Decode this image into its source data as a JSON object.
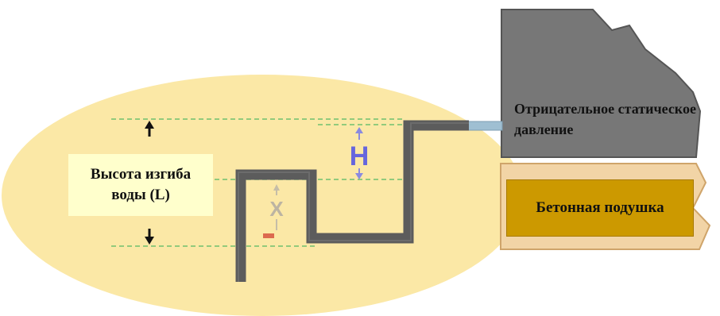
{
  "labels": {
    "water_bend_height": "Высота изгиба воды (L)",
    "negative_static_pressure": "Отрицательное статическое давление",
    "concrete_cushion": "Бетонная подушка",
    "height_marker": "H",
    "seal_marker": "X"
  },
  "colors": {
    "ellipse_fill": "#fbe8a6",
    "pipe": "#5c5c5c",
    "wall": "#777777",
    "cushion_fill": "#cc9900",
    "guide_line": "#6fbf6f",
    "marker_blue": "#6666dd",
    "water_label_fill": "#ffffcc"
  },
  "icons": [
    "up-arrow-icon",
    "down-arrow-icon",
    "height-marker-icon",
    "cross-marker-icon"
  ]
}
